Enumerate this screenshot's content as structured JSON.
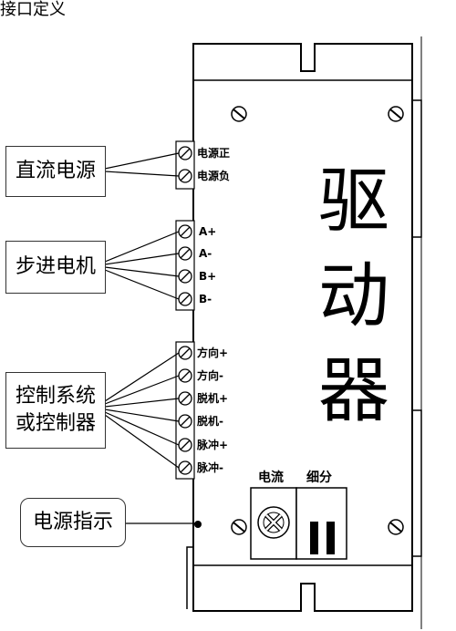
{
  "title": "接口定义",
  "labels": {
    "dc_power": "直流电源",
    "stepper_motor": "步进电机",
    "control_system_line1": "控制系统",
    "control_system_line2": "或控制器",
    "power_indicator": "电源指示"
  },
  "terminals": {
    "power": [
      "电源正",
      "电源负"
    ],
    "motor": [
      "A+",
      "A-",
      "B+",
      "B-"
    ],
    "control": [
      "方向+",
      "方向-",
      "脱机+",
      "脱机-",
      "脉冲+",
      "脉冲-"
    ]
  },
  "driver": {
    "chars": [
      "驱",
      "动",
      "器"
    ],
    "current_label": "电流",
    "subdivision_label": "细分"
  },
  "colors": {
    "line": "#000000",
    "box_border": "#333333"
  }
}
